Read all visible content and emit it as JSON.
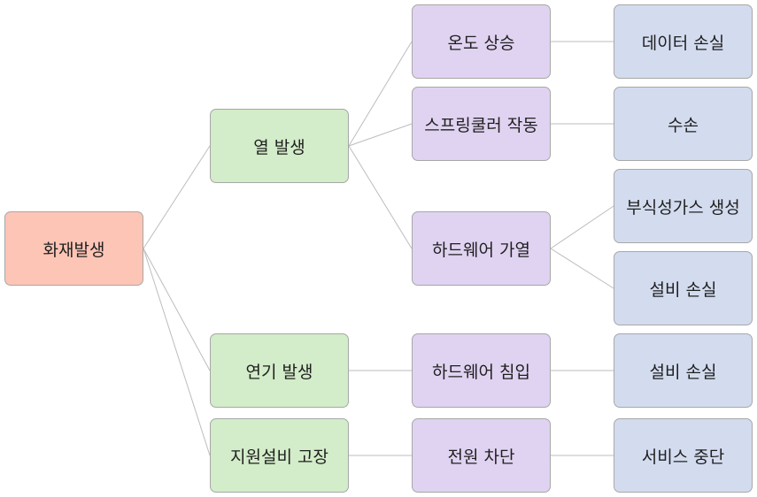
{
  "diagram": {
    "root": {
      "label": "화재발생",
      "color": "#fdc5b6"
    },
    "level1": [
      {
        "label": "열 발생",
        "color": "#d3ecc9"
      },
      {
        "label": "연기 발생",
        "color": "#d3ecc9"
      },
      {
        "label": "지원설비 고장",
        "color": "#d3ecc9"
      }
    ],
    "level2": [
      {
        "label": "온도 상승",
        "color": "#e0d3f1"
      },
      {
        "label": "스프링쿨러 작동",
        "color": "#e0d3f1"
      },
      {
        "label": "하드웨어 가열",
        "color": "#e0d3f1"
      },
      {
        "label": "하드웨어 침입",
        "color": "#e0d3f1"
      },
      {
        "label": "전원 차단",
        "color": "#e0d3f1"
      }
    ],
    "level3": [
      {
        "label": "데이터 손실",
        "color": "#d3dcef"
      },
      {
        "label": "수손",
        "color": "#d3dcef"
      },
      {
        "label": "부식성가스 생성",
        "color": "#d3dcef"
      },
      {
        "label": "설비 손실",
        "color": "#d3dcef"
      },
      {
        "label": "설비 손실",
        "color": "#d3dcef"
      },
      {
        "label": "서비스 중단",
        "color": "#d3dcef"
      }
    ],
    "line_color": "#bdbdbd"
  }
}
